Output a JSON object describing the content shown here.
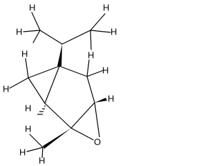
{
  "atom_labels": {
    "h_top": "H",
    "h_upper_left": "H",
    "h_upper_right": "H",
    "h_right_upper": "H",
    "h_right_mid": "H",
    "h_bridge_upper_left": "H",
    "h_bridge_lower_left": "H",
    "h_ring_upper_right": "H",
    "h_bridgehead_epoxide": "H",
    "h_bridgehead_lower_left": "H",
    "h_methyl_left": "H",
    "h_methyl_lower_left": "H",
    "h_methyl_bottom": "H",
    "oxygen": "O"
  }
}
